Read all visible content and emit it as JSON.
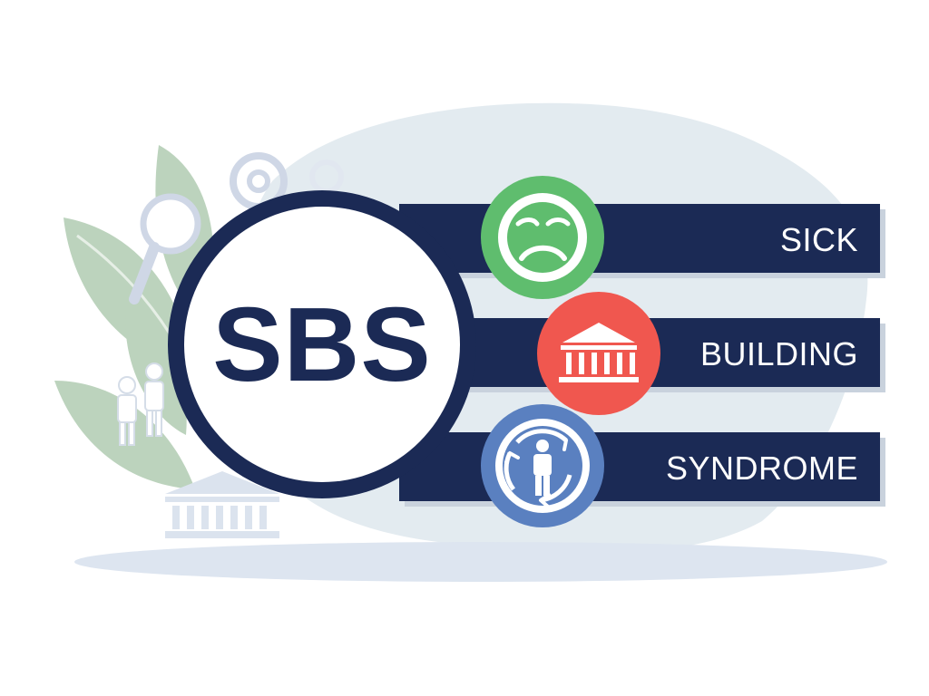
{
  "acronym": "SBS",
  "rows": [
    {
      "word": "SICK",
      "icon": "sad-face-icon",
      "color": "#5fbd6e"
    },
    {
      "word": "BUILDING",
      "icon": "building-icon",
      "color": "#f0574f"
    },
    {
      "word": "SYNDROME",
      "icon": "person-cycle-icon",
      "color": "#5a80c0"
    }
  ],
  "colors": {
    "navy": "#1b2a55",
    "leaf": "#bcd3bd",
    "blob": "#e3ebf0",
    "shadow": "#dde5f0",
    "decor": "#cfd7e6"
  }
}
